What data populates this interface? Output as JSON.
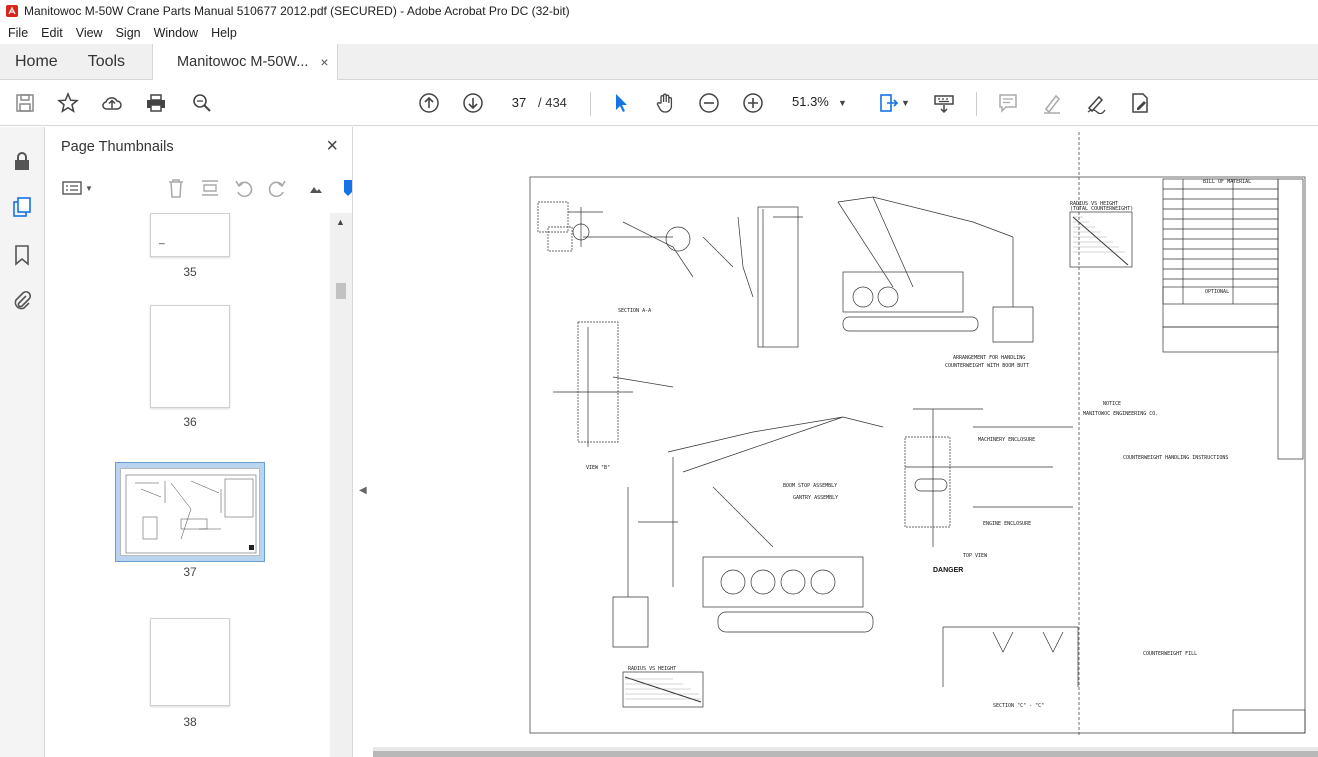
{
  "window": {
    "title": "Manitowoc M-50W Crane Parts Manual 510677 2012.pdf (SECURED) - Adobe Acrobat Pro DC (32-bit)"
  },
  "menu": [
    "File",
    "Edit",
    "View",
    "Sign",
    "Window",
    "Help"
  ],
  "tabs": {
    "home": "Home",
    "tools": "Tools",
    "document": "Manitowoc M-50W...",
    "close": "×"
  },
  "toolbar": {
    "current_page": "37",
    "page_total": "/ 434",
    "zoom": "51.3%"
  },
  "panel": {
    "title": "Page Thumbnails",
    "close": "×",
    "thumbnails": [
      {
        "label": "35",
        "selected": false
      },
      {
        "label": "36",
        "selected": false
      },
      {
        "label": "37",
        "selected": true
      },
      {
        "label": "38",
        "selected": false
      }
    ],
    "thumb35_mark": "_"
  },
  "drawing": {
    "section_aa": "SECTION A-A",
    "view_b": "VIEW \"B\"",
    "arrangement": "ARRANGEMENT FOR HANDLING",
    "arrangement2": "COUNTERWEIGHT WITH BOOM BUTT",
    "top_view": "TOP VIEW",
    "danger": "DANGER",
    "section_cc": "SECTION \"C\" - \"C\"",
    "cw_instructions": "COUNTERWEIGHT HANDLING INSTRUCTIONS",
    "cw_fill": "COUNTERWEIGHT FILL",
    "radius_height": "RADIUS VS HEIGHT",
    "total_cw": "(TOTAL COUNTERWEIGHT)",
    "optional": "OPTIONAL",
    "notice": "NOTICE",
    "boom_stop": "BOOM STOP ASSEMBLY",
    "gantry": "GANTRY ASSEMBLY",
    "machinery": "MACHINERY ENCLOSURE",
    "engine": "ENGINE ENCLOSURE",
    "bill": "BILL OF MATERIAL",
    "manitowoc": "MANITOWOC ENGINEERING CO."
  }
}
